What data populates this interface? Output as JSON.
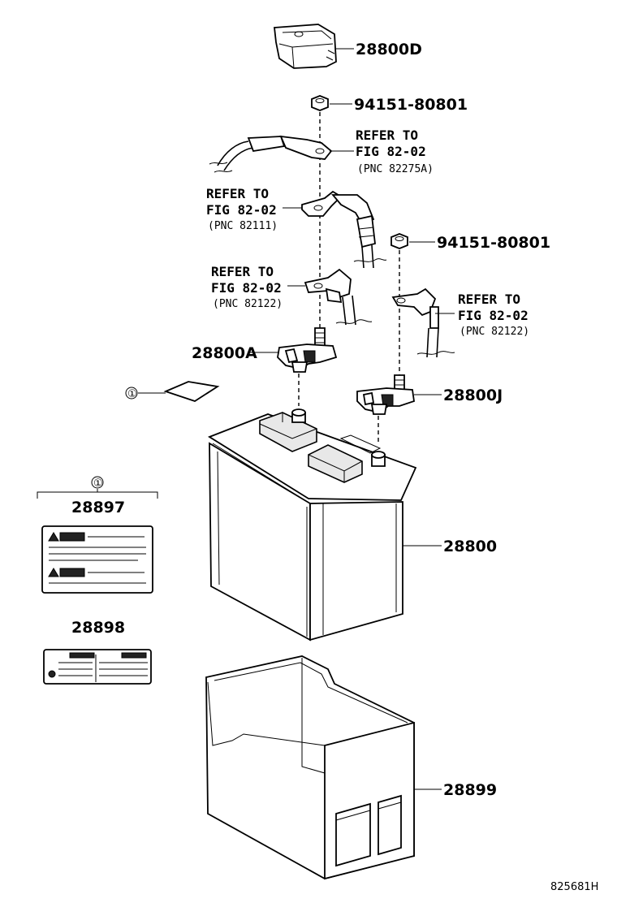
{
  "parts": {
    "cover": "28800D",
    "nut_top": "94151-80801",
    "nut_right": "94151-80801",
    "terminal_a": "28800A",
    "terminal_j": "28800J",
    "battery": "28800",
    "tray": "28899",
    "label_1": "28897",
    "label_2": "28898"
  },
  "refs": {
    "r1": {
      "l1": "REFER TO",
      "l2": "FIG 82-02",
      "pnc": "(PNC 82275A)"
    },
    "r2": {
      "l1": "REFER TO",
      "l2": "FIG 82-02",
      "pnc": "(PNC 82111)"
    },
    "r3": {
      "l1": "REFER TO",
      "l2": "FIG 82-02",
      "pnc": "(PNC 82122)"
    },
    "r4": {
      "l1": "REFER TO",
      "l2": "FIG 82-02",
      "pnc": "(PNC 82122)"
    }
  },
  "callout_marker": "①",
  "bracket_marker": "①",
  "diagram_code": "825681H"
}
